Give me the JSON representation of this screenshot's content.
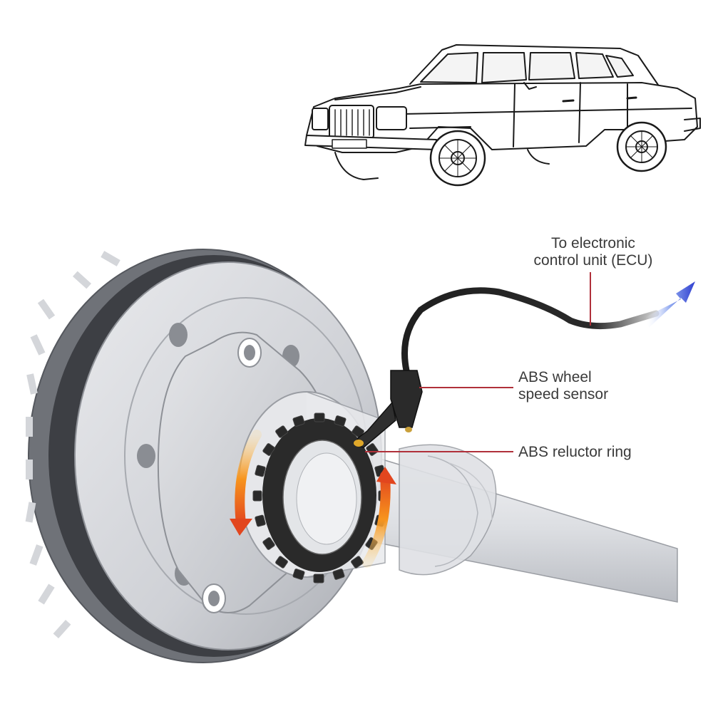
{
  "labels": {
    "ecu": {
      "line1": "To electronic",
      "line2": "control unit (ECU)"
    },
    "sensor": {
      "line1": "ABS wheel",
      "line2": "speed sensor"
    },
    "ring": {
      "line1": "ABS reluctor ring"
    }
  },
  "colors": {
    "leader_line": "#b0303a",
    "cable": "#1f1f1f",
    "arrow": "#3a4fd8",
    "rotation_arrow": "#f59a1c",
    "rotor": "#c9cbd0",
    "reluctor": "#262626"
  }
}
